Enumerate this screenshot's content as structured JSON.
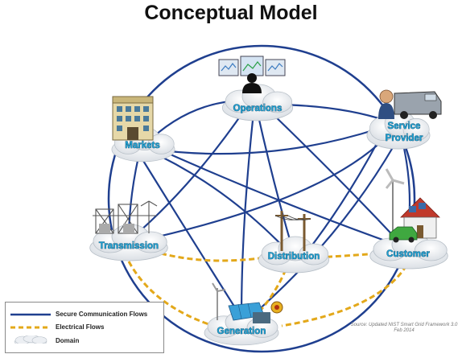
{
  "title": "Conceptual Model",
  "domains": {
    "operations": "Operations",
    "markets": "Markets",
    "service_provider_line1": "Service",
    "service_provider_line2": "Provider",
    "transmission": "Transmission",
    "distribution": "Distribution",
    "customer": "Customer",
    "generation": "Generation"
  },
  "legend": {
    "communication": "Secure Communication Flows",
    "electrical": "Electrical Flows",
    "domain": "Domain"
  },
  "source": {
    "line1": "Source: Updated NIST Smart Grid Framework 3.0",
    "line2": "Feb 2014"
  },
  "colors": {
    "communication": "#1f3f8f",
    "electrical": "#e3a81a",
    "domain_label": "#1fa0d0",
    "cloud": "#eef2f6"
  },
  "icons": [
    "office-building-icon",
    "operator-workstation-icon",
    "service-technician-van-icon",
    "substation-icon",
    "utility-pole-icon",
    "house-wind-turbine-car-icon",
    "power-plant-icon"
  ]
}
